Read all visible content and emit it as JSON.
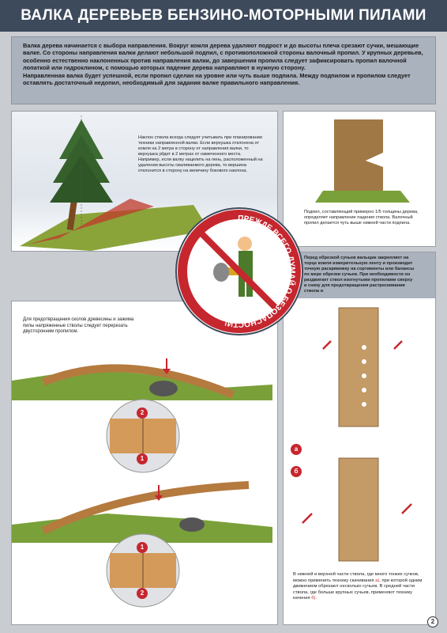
{
  "title": "ВАЛКА ДЕРЕВЬЕВ БЕНЗИНО-МОТОРНЫМИ ПИЛАМИ",
  "intro": {
    "paragraph_1": "Валка дерева начинается с выбора направления. Вокруг комля дерева удаляют подрост и до высоты плеча срезают сучки, мешающие валке. Со стороны направления валки делают небольшой подпил, с противоположной стороны валочный пропил. У крупных деревьев, особенно естественно наклоненных против направления валки, до завершения пропила следует зафиксировать пропил валочной лопаткой или гидроклином, с помощью которых падение дерева направляют в нужную сторону.",
    "paragraph_2": "Направленная валка будет успешной, если пропил сделан на уровне или чуть выше подпила. Между подпилом и пропилом следует оставлять достаточный недопил, необходимый для задания валке правильного направления."
  },
  "felling_panel": {
    "caption": "Наклон ствола всегда следует учитывать при планировании техники направленной валки. Если верхушка отклонена от комля на 2 метра в сторону от направления валки, то верхушка уйдет в 2 метрах от намеченного места. Например, если валку нацелить на пень, расположенный на удалении высоты сваливаемого дерева, то вершина отклонится в сторону на величину бокового наклона."
  },
  "notch_panel": {
    "caption": "Подпил, составляющий примерно 1/5 толщины дерева, определяет направление падения ствола. Валочный пропил делается чуть выше нижней части подпила."
  },
  "safety_sign": {
    "text": "ПРЕЖДЕ ВСЕГО ДУМАЙ О БЕЗОПАСНОСТИ!"
  },
  "bent_trunk_panel": {
    "caption": "Для предотвращения сколов древесины и зажима пилы напряженные стволы следует перерезать двусторонним пропилом.",
    "cut_order_top": [
      "2",
      "1"
    ],
    "cut_order_bottom": [
      "1",
      "2"
    ]
  },
  "limbing_panel": {
    "caption": "Перед обрезкой сучьев вальщик закрепляет на торце комля измерительную ленту и производит точную раскряжевку на сортименты или баланcы по мере обрезки сучьев. При необходимости он раздвигает ствол изогнутыми пропилами сверху и снизу для предотвращения растрескивания ствола и",
    "label_a": "а",
    "label_b": "б",
    "bottom_caption_1": "В нижней и верхней части ствола, где много тонких сучков, можно применить технику скачивания",
    "bottom_ref_a": "а)",
    "bottom_caption_2": ", при которой одним движением обрезают несколько сучьев. В средней части ствола, где больше крупных сучьев, применяют технику качения",
    "bottom_ref_b": "б)"
  },
  "page_number": "2",
  "colors": {
    "title_bg": "#3d4a5c",
    "intro_bg": "#aab2be",
    "accent_red": "#c6262e"
  }
}
